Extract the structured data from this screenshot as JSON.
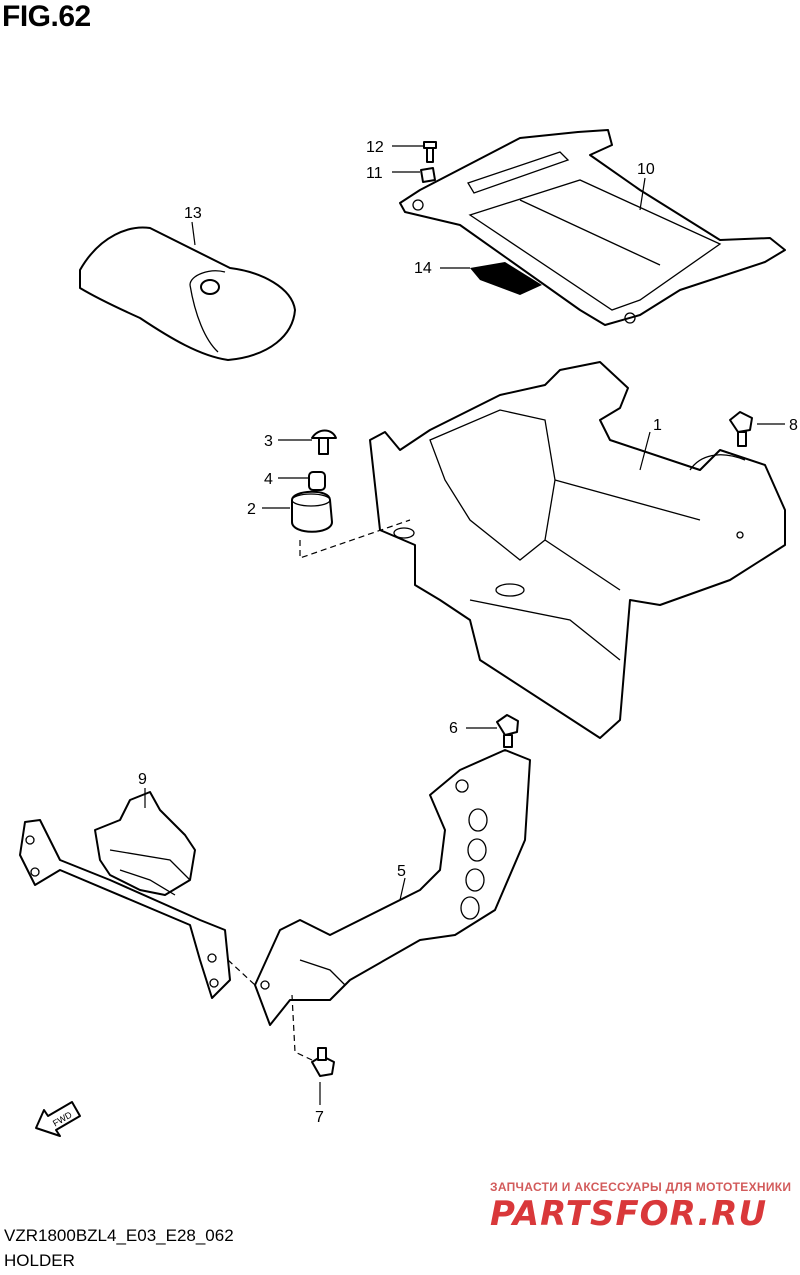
{
  "figure": {
    "title": "FIG.62"
  },
  "callouts": [
    "1",
    "2",
    "3",
    "4",
    "5",
    "6",
    "7",
    "8",
    "9",
    "10",
    "11",
    "12",
    "13",
    "14"
  ],
  "fwd_label": "FWD",
  "footer": {
    "code": "VZR1800BZL4_E03_E28_062",
    "caption": "HOLDER"
  },
  "watermark": {
    "line1": "ЗАПЧАСТИ И АКСЕССУАРЫ ДЛЯ МОТОТЕХНИКИ",
    "logo": "PARTSFOR.RU"
  },
  "colors": {
    "line": "#000000",
    "background": "#ffffff",
    "watermark": "#d9383a"
  }
}
